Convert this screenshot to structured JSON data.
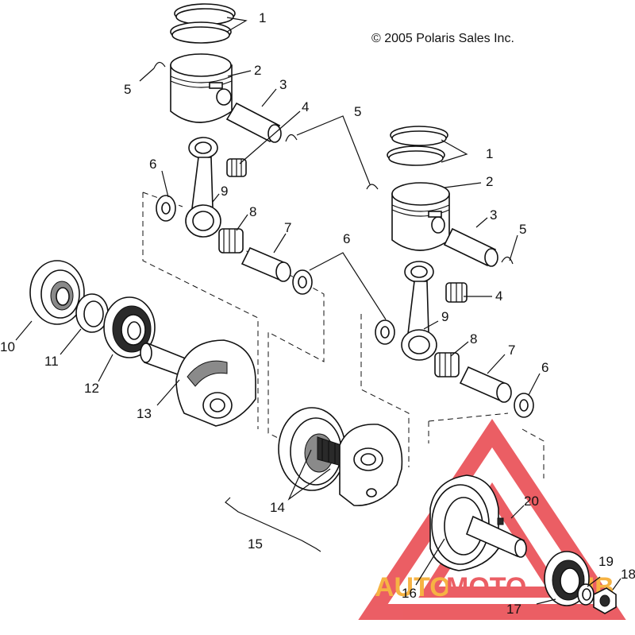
{
  "copyright": "© 2005 Polaris Sales Inc.",
  "watermark": {
    "text_left": "AUTO",
    "text_mid": "MOTO",
    "text_right": "HUB",
    "color_orange": "#f5a623",
    "color_red": "#e8424a"
  },
  "callouts": {
    "c1a": "1",
    "c2a": "2",
    "c3a": "3",
    "c4a": "4",
    "c5a": "5",
    "c5b": "5",
    "c6a": "6",
    "c9a": "9",
    "c8a": "8",
    "c7a": "7",
    "c6b": "6",
    "c1b": "1",
    "c2b": "2",
    "c3b": "3",
    "c5c": "5",
    "c4b": "4",
    "c9b": "9",
    "c8b": "8",
    "c7b": "7",
    "c6c": "6",
    "c10": "10",
    "c11": "11",
    "c12": "12",
    "c13": "13",
    "c14": "14",
    "c15": "15",
    "c16": "16",
    "c17": "17",
    "c18": "18",
    "c19": "19",
    "c20": "20"
  }
}
